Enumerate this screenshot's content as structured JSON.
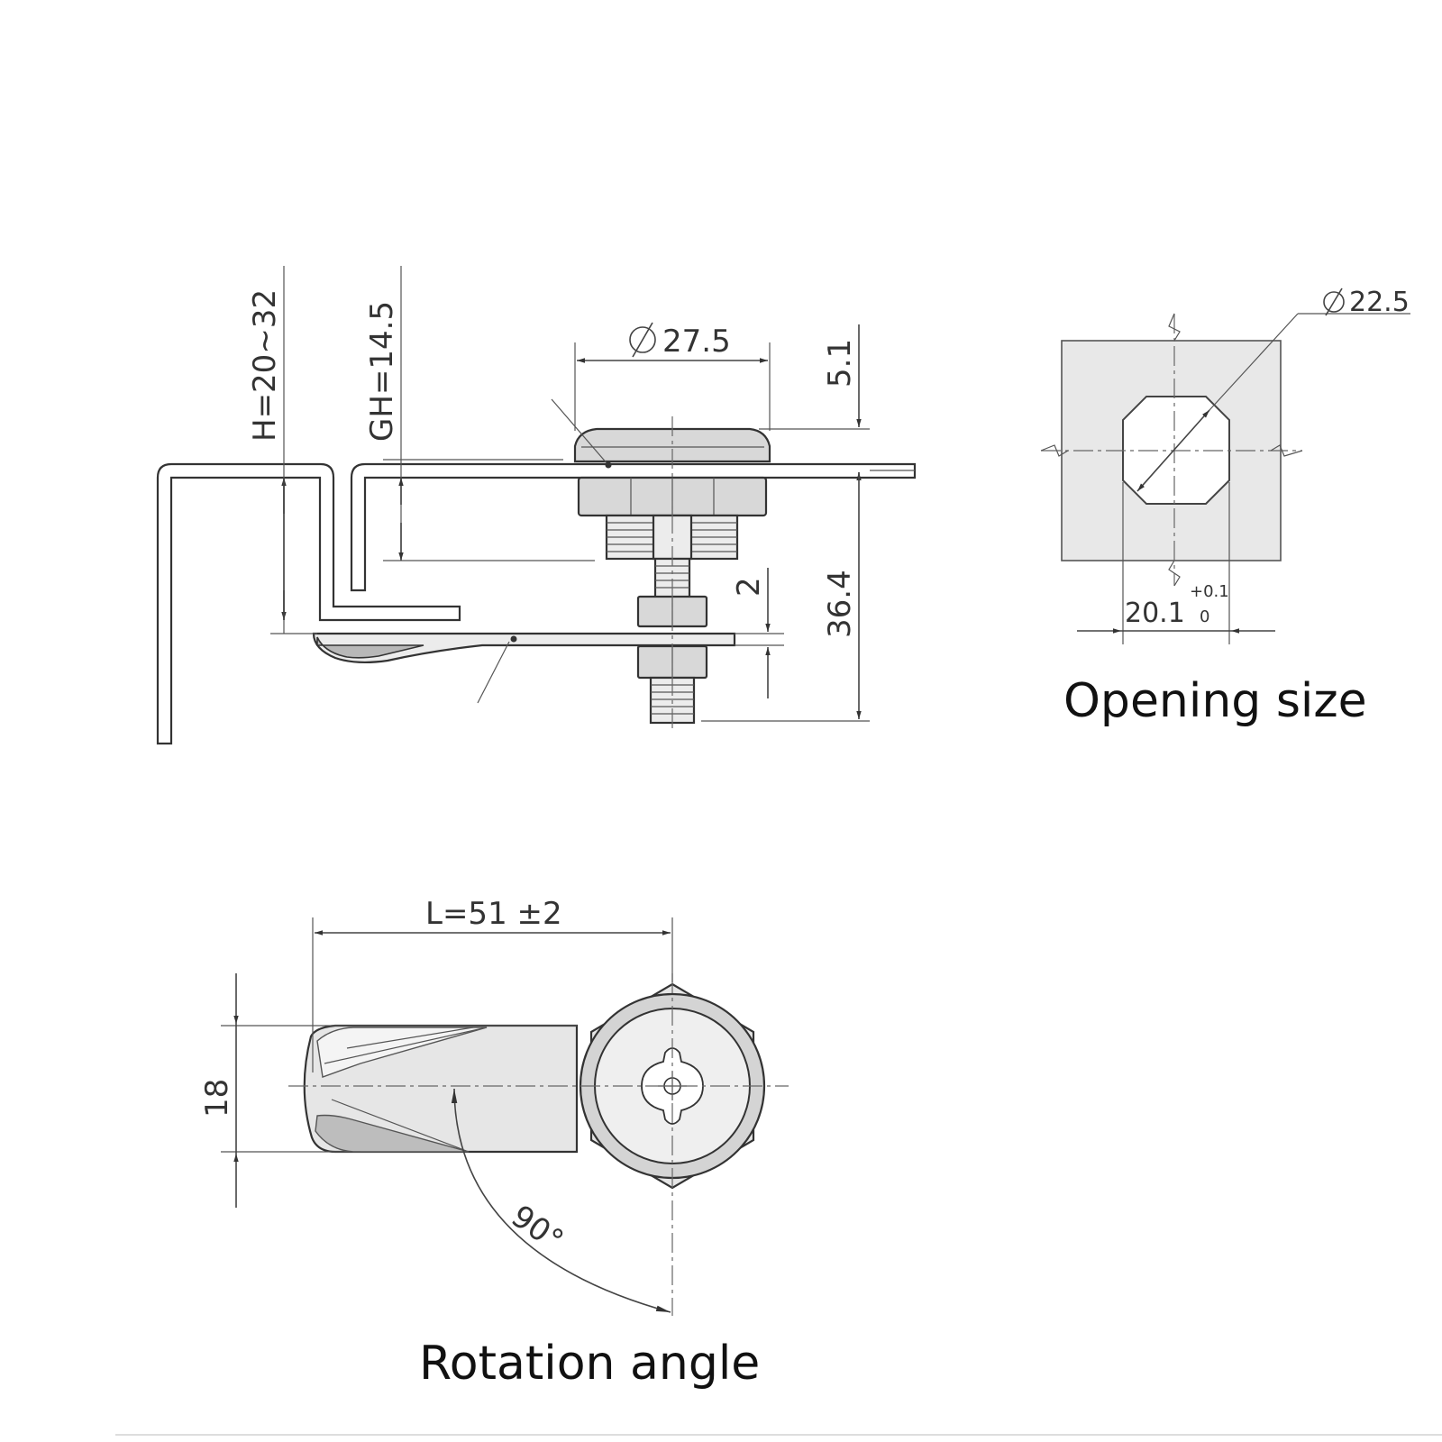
{
  "labels": {
    "h_range": "H=20~32",
    "gh": "GH=14.5",
    "dia_flange": "27.5",
    "dim_5_1": "5.1",
    "dim_2": "2",
    "dim_36_4": "36.4",
    "dia_opening": "22.5",
    "dim_20_1": "20.1",
    "tol_upper": "+0.1",
    "tol_lower": "0",
    "caption_opening": "Opening size",
    "length": "L=51 ±2",
    "dim_18": "18",
    "angle": "90°",
    "caption_rotation": "Rotation angle"
  }
}
